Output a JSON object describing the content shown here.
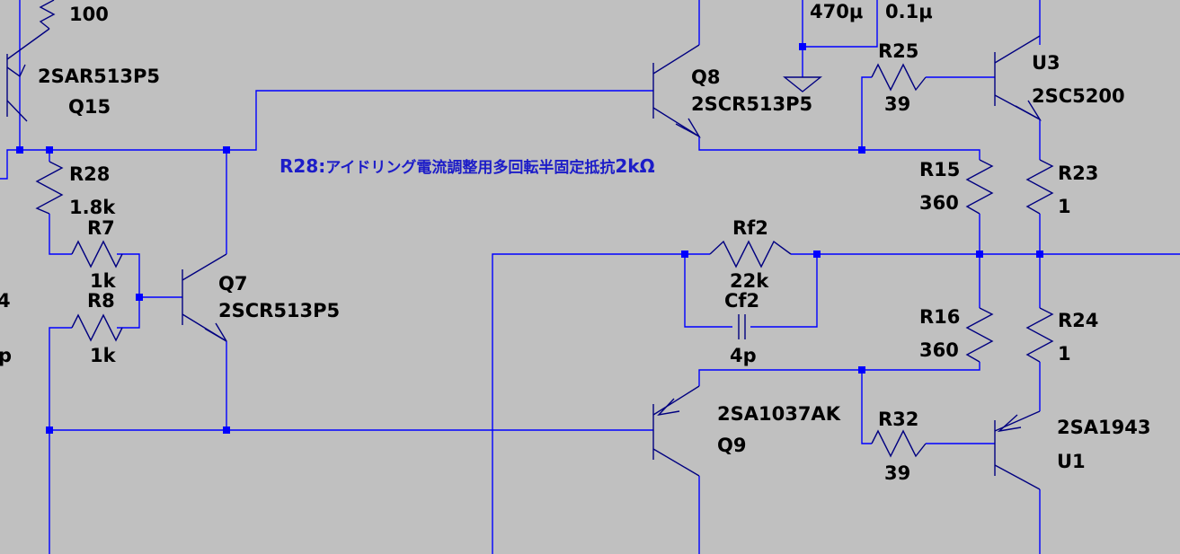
{
  "colors": {
    "background": "#c0c0c0",
    "wire": "#0000ff",
    "component": "#000080",
    "text": "#000000",
    "note": "#1c1cc8"
  },
  "components": {
    "Q15": {
      "name": "Q15",
      "value": "2SAR513P5"
    },
    "R_top": {
      "value": "100"
    },
    "Q8": {
      "name": "Q8",
      "value": "2SCR513P5"
    },
    "C_470": {
      "value": "470μ"
    },
    "C_01": {
      "value": "0.1μ"
    },
    "R25": {
      "name": "R25",
      "value": "39"
    },
    "U3": {
      "name": "U3",
      "value": "2SC5200"
    },
    "R28": {
      "name": "R28",
      "value": "1.8k"
    },
    "R7": {
      "name": "R7",
      "value": "1k"
    },
    "R8": {
      "name": "R8",
      "value": "1k"
    },
    "Q7": {
      "name": "Q7",
      "value": "2SCR513P5"
    },
    "R15": {
      "name": "R15",
      "value": "360"
    },
    "R23": {
      "name": "R23",
      "value": "1"
    },
    "Rf2": {
      "name": "Rf2",
      "value": "22k"
    },
    "Cf2": {
      "name": "Cf2",
      "value": "4p"
    },
    "R16": {
      "name": "R16",
      "value": "360"
    },
    "R24": {
      "name": "R24",
      "value": "1"
    },
    "Q9": {
      "name": "Q9",
      "value": "2SA1037AK"
    },
    "R32": {
      "name": "R32",
      "value": "39"
    },
    "U1": {
      "name": "U1",
      "value": "2SA1943"
    }
  },
  "edge_labels": {
    "left_mid": "4",
    "left_bottom": "p"
  },
  "note": {
    "prefix": "R28:",
    "body": "アイドリング電流調整用多回転半固定抵抗",
    "suffix": "2kΩ"
  }
}
